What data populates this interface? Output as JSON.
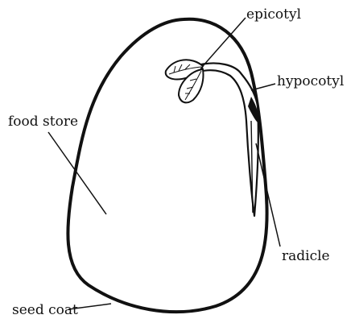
{
  "labels": {
    "epicotyl": "epicotyl",
    "hypocotyl": "hypocotyl",
    "food_store": "food store",
    "radicle": "radicle",
    "seed_coat": "seed coat"
  },
  "colors": {
    "ink": "#111111",
    "background": "#ffffff"
  }
}
